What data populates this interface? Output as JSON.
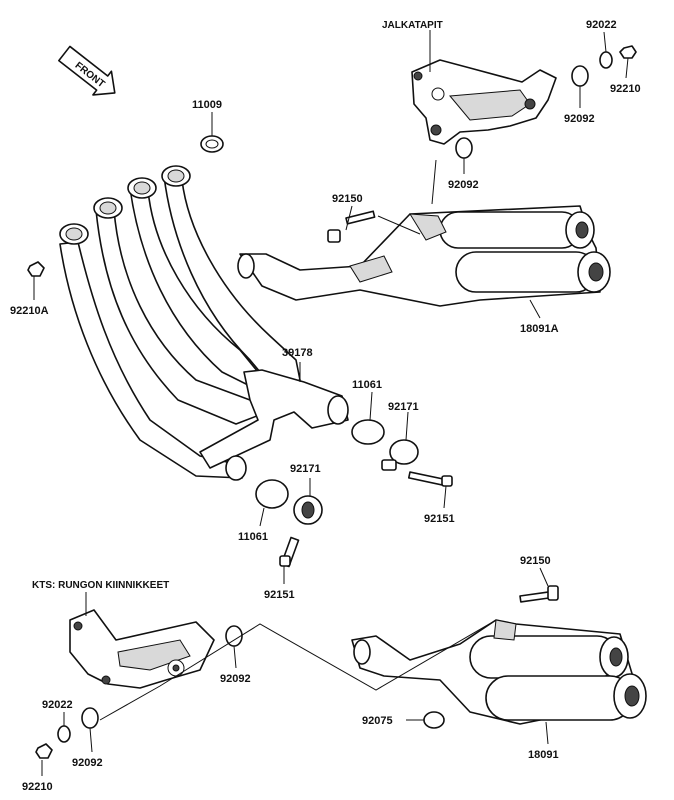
{
  "notes": {
    "bracket_top": "JALKATAPIT",
    "bracket_bottom": "KTS: RUNGON KIINNIKKEET",
    "front": "FRONT"
  },
  "labels": {
    "p92022_top": "92022",
    "p92210_top": "92210",
    "p92092_top_a": "92092",
    "p92092_top_b": "92092",
    "p11009": "11009",
    "p92150_top": "92150",
    "p92210A": "92210A",
    "p18091A": "18091A",
    "p39178": "39178",
    "p11061_a": "11061",
    "p92171_a": "92171",
    "p92171_b": "92171",
    "p92151_a": "92151",
    "p11061_b": "11061",
    "p92151_b": "92151",
    "p92150_bottom": "92150",
    "p92092_bottom_a": "92092",
    "p92022_bottom": "92022",
    "p92092_bottom_b": "92092",
    "p92075": "92075",
    "p18091": "18091",
    "p92210_bottom": "92210"
  }
}
